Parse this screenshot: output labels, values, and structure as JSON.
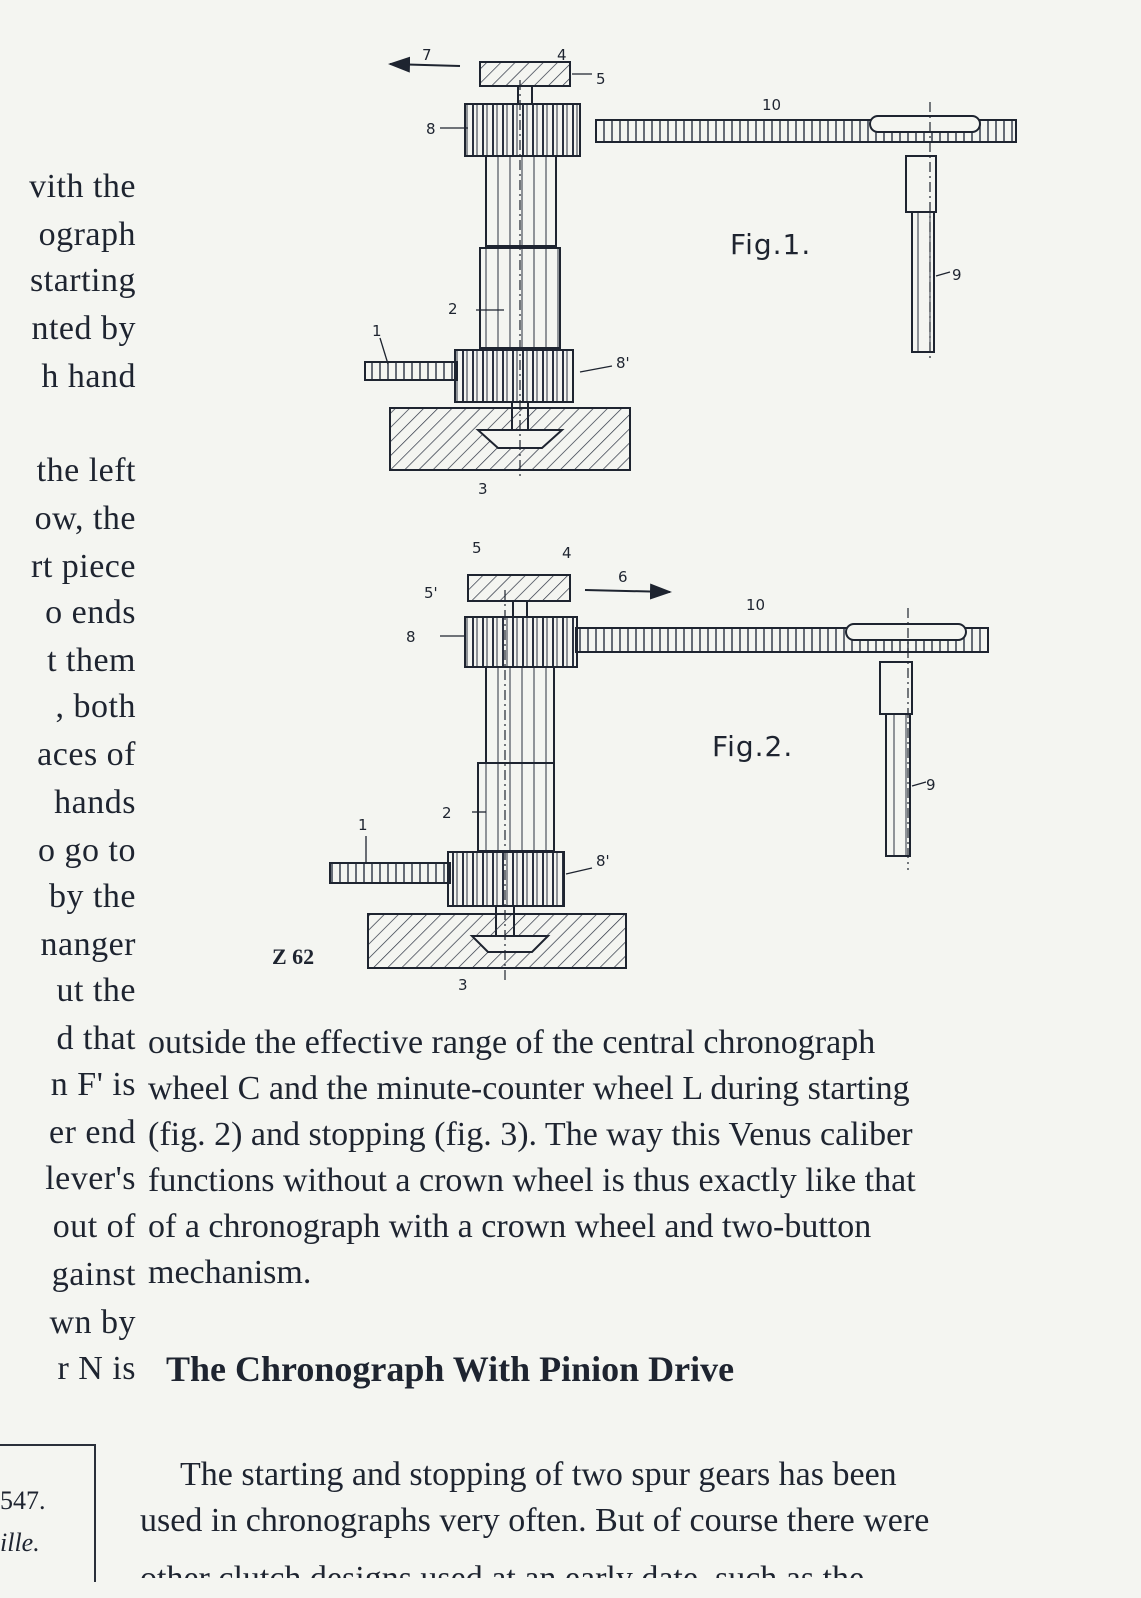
{
  "left_margin_fragments": [
    "vith the",
    "ograph",
    "starting",
    "nted by",
    "h hand",
    "the left",
    "ow, the",
    "rt piece",
    "o ends",
    "t them",
    ", both",
    "aces of",
    "hands",
    "o go to",
    "by the",
    "nanger",
    "ut the",
    "d that",
    "n F' is",
    "er end",
    "lever's",
    "out of",
    "gainst",
    "wn by",
    "r N is"
  ],
  "footnote_fragments": [
    "547.",
    "ille."
  ],
  "figures": {
    "fig1_label": "Fig.1.",
    "fig2_label": "Fig.2.",
    "plate_label": "Z 62",
    "fig1_callouts": [
      "7",
      "4",
      "5",
      "8",
      "10",
      "2",
      "1",
      "8'",
      "3",
      "9"
    ],
    "fig2_callouts": [
      "5",
      "4",
      "5'",
      "6",
      "8",
      "10",
      "2",
      "1",
      "8'",
      "3",
      "9"
    ]
  },
  "paragraph1_lines": [
    "outside the effective range of the central chronograph",
    "wheel C and the minute-counter wheel L during starting",
    "(fig. 2) and stopping (fig. 3). The way this Venus caliber",
    "functions without a crown wheel is thus exactly like that",
    "of a chronograph with a crown wheel and two-button",
    "mechanism."
  ],
  "section_title": "The Chronograph With Pinion Drive",
  "paragraph2_lines": [
    "The starting and stopping of two spur gears has been",
    "used in chronographs very often. But of course there were"
  ],
  "paragraph2_cut_line": "other clutch designs used at an early date, such as the"
}
